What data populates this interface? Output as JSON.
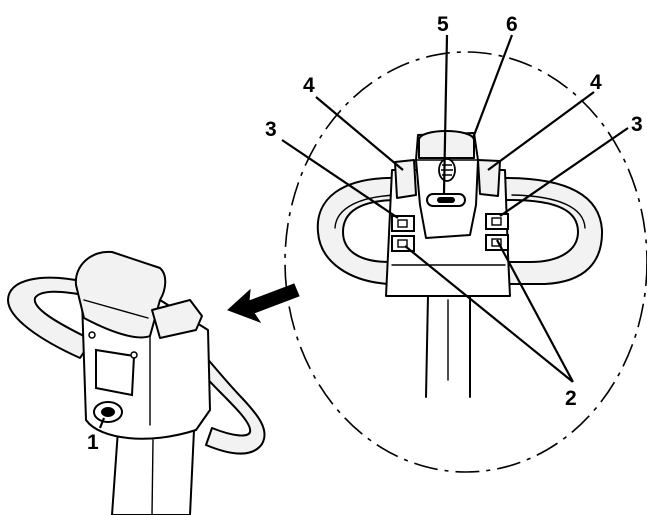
{
  "callouts": {
    "c1": "1",
    "c2": "2",
    "c3_left": "3",
    "c3_right": "3",
    "c4_left": "4",
    "c4_right": "4",
    "c5": "5",
    "c6": "6"
  }
}
